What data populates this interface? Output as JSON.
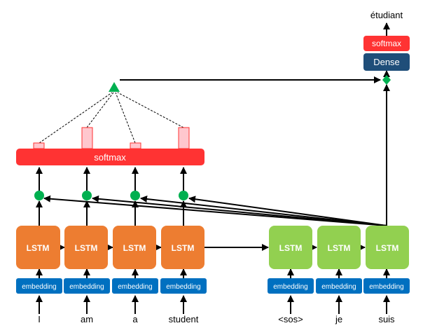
{
  "encoder": {
    "inputs": [
      "I",
      "am",
      "a",
      "student"
    ],
    "embedding_label": "embedding",
    "lstm_label": "LSTM",
    "lstm_color": "#ED7D31"
  },
  "decoder": {
    "inputs": [
      "<sos>",
      "je",
      "suis"
    ],
    "embedding_label": "embedding",
    "lstm_label": "LSTM",
    "lstm_color": "#92D050"
  },
  "attention": {
    "softmax_label": "softmax",
    "softmax_color": "#FF3333",
    "dot_color": "#00B050",
    "attention_weights": [
      "low",
      "high",
      "low",
      "high"
    ]
  },
  "output": {
    "dense_label": "Dense",
    "dense_color": "#1F4E79",
    "softmax_label": "softmax",
    "prediction": "étudiant"
  },
  "colors": {
    "embedding": "#0070C0",
    "weight_bar_fill": "#FFC7CE",
    "weight_bar_stroke": "#FF3333"
  }
}
